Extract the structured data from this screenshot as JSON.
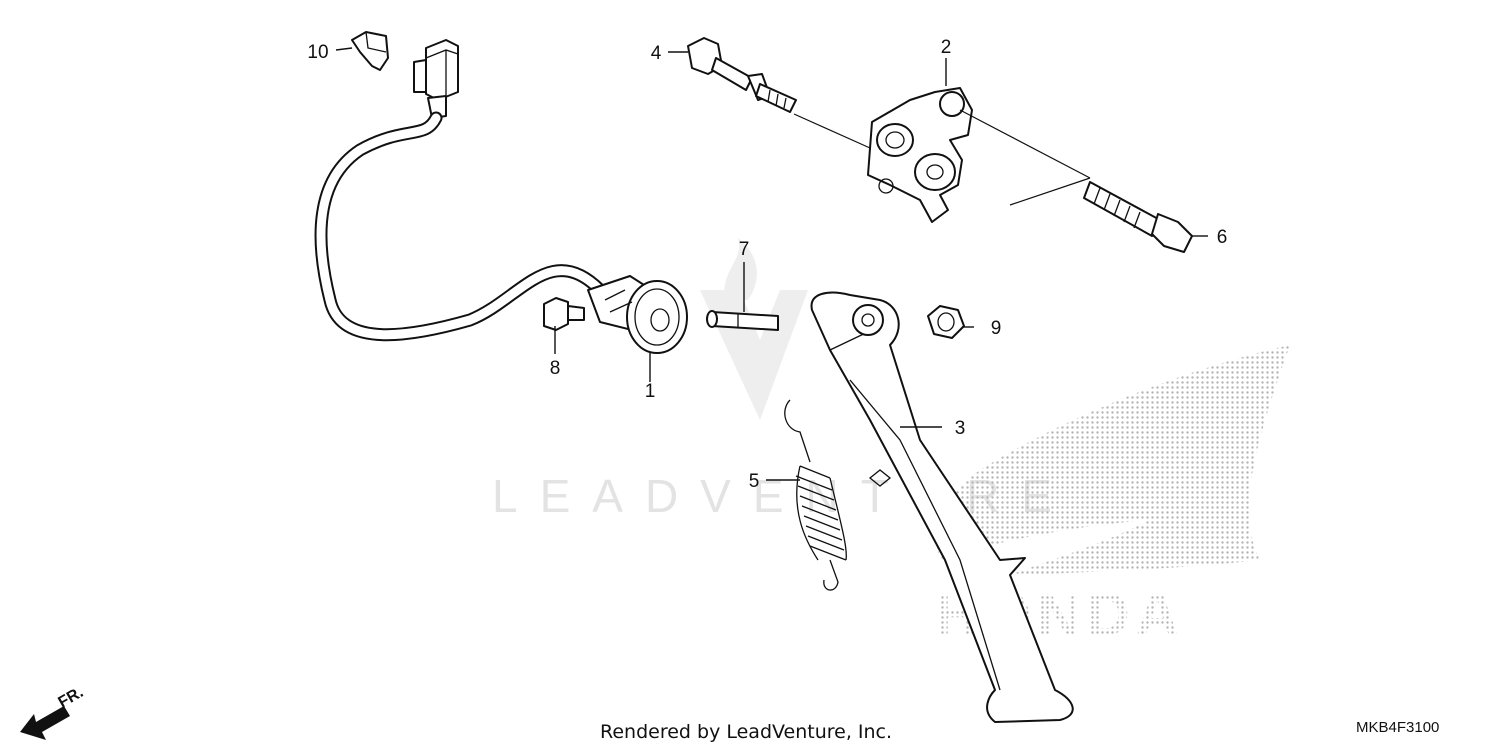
{
  "diagram": {
    "callouts": [
      {
        "id": "1",
        "label": "1"
      },
      {
        "id": "2",
        "label": "2"
      },
      {
        "id": "3",
        "label": "3"
      },
      {
        "id": "4",
        "label": "4"
      },
      {
        "id": "5",
        "label": "5"
      },
      {
        "id": "6",
        "label": "6"
      },
      {
        "id": "7",
        "label": "7"
      },
      {
        "id": "8",
        "label": "8"
      },
      {
        "id": "9",
        "label": "9"
      },
      {
        "id": "10",
        "label": "10"
      }
    ],
    "direction_marker": "FR.",
    "diagram_code": "MKB4F3100"
  },
  "watermark": {
    "text": "LEADVENTURE",
    "brand": "HONDA"
  },
  "footer": {
    "credit": "Rendered by LeadVenture, Inc."
  },
  "colors": {
    "ink": "#111111",
    "watermark_gray": "#e3e3e3",
    "brand_dots": "#b5b5b5"
  }
}
